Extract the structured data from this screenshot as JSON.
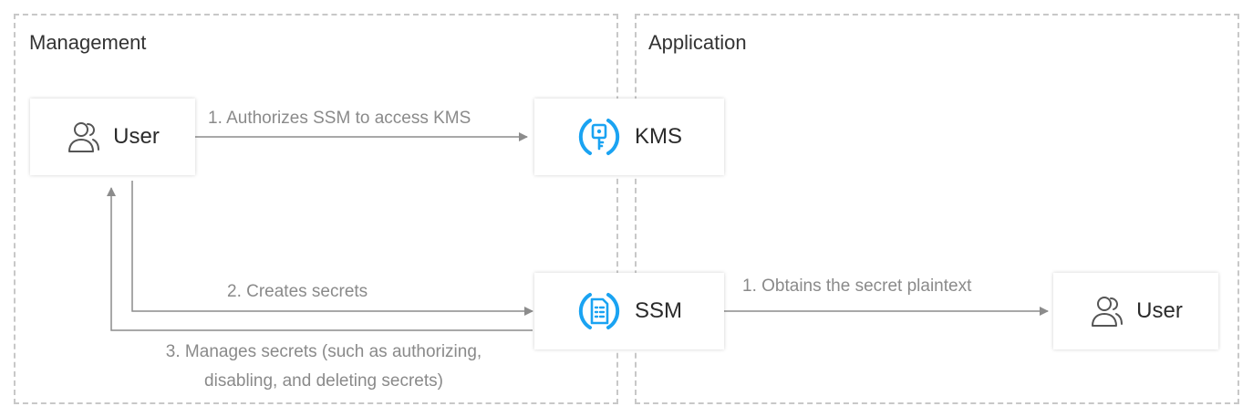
{
  "zones": {
    "management": {
      "title": "Management"
    },
    "application": {
      "title": "Application"
    }
  },
  "nodes": {
    "user_management": {
      "label": "User",
      "icon": "user-group-icon"
    },
    "kms": {
      "label": "KMS",
      "icon": "kms-key-icon"
    },
    "ssm": {
      "label": "SSM",
      "icon": "ssm-document-icon"
    },
    "user_application": {
      "label": "User",
      "icon": "user-group-icon"
    }
  },
  "edges": {
    "authorize": {
      "label": "1. Authorizes SSM to access KMS"
    },
    "create": {
      "label": "2. Creates secrets"
    },
    "manage": {
      "label": "3. Manages secrets (such as authorizing, disabling, and deleting secrets)"
    },
    "obtain": {
      "label": "1. Obtains the secret plaintext"
    }
  },
  "colors": {
    "accent": "#1aa3f2",
    "arrow": "#8c8c8c",
    "zone_border": "#c8c8c8"
  }
}
